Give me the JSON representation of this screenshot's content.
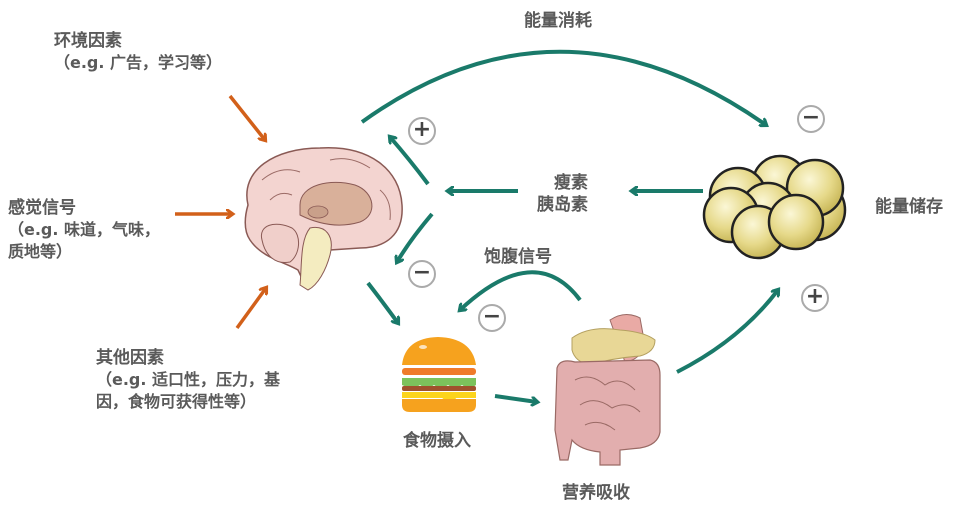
{
  "labels": {
    "environment": {
      "title": "环境因素",
      "detail": "（e.g. 广告，学习等）"
    },
    "sensory": {
      "title": "感觉信号",
      "detail_line1": "（e.g. 味道，气味，",
      "detail_line2": "质地等）"
    },
    "other": {
      "title": "其他因素",
      "detail_line1": "（e.g. 适口性，压力，基",
      "detail_line2": "因，食物可获得性等）"
    },
    "energy_expenditure": "能量消耗",
    "hormones_line1": "瘦素",
    "hormones_line2": "胰岛素",
    "satiety": "饱腹信号",
    "energy_storage": "能量储存",
    "food_intake": "食物摄入",
    "nutrient_absorption": "营养吸收"
  },
  "signs": {
    "brain_plus": "+",
    "storage_minus": "−",
    "brain_minus": "−",
    "satiety_minus": "−",
    "absorption_plus": "+"
  },
  "colors": {
    "teal": "#1a7a6a",
    "orange": "#d2601a"
  }
}
